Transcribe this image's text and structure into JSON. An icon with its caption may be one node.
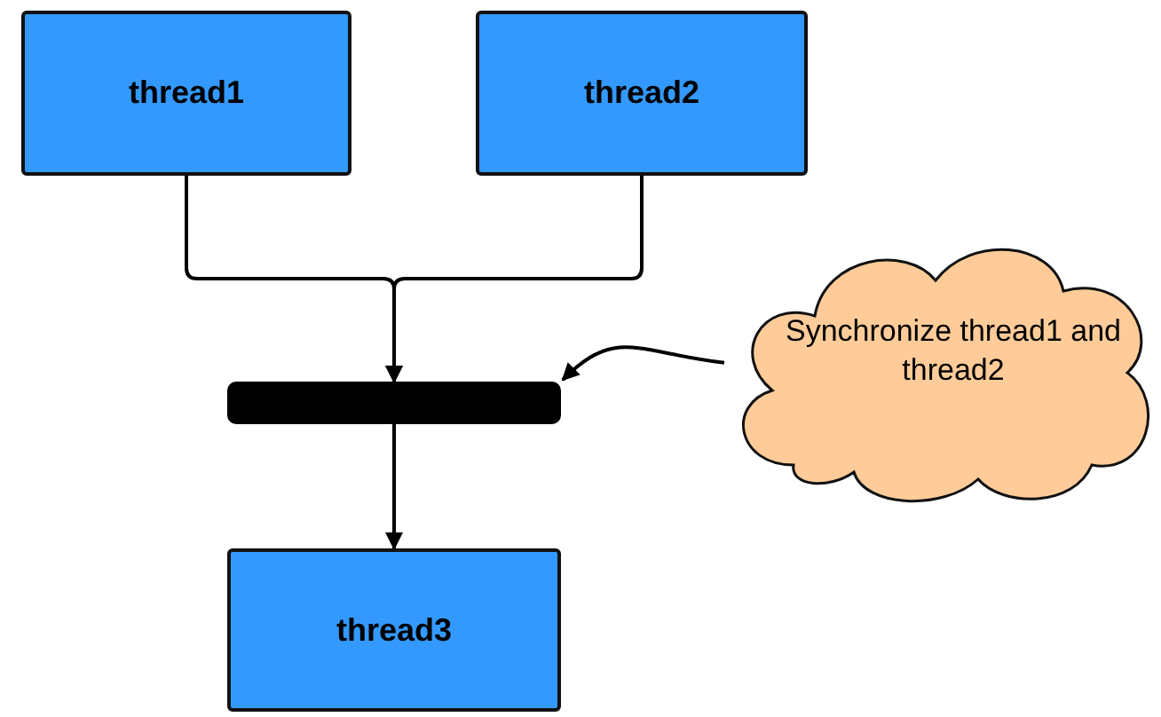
{
  "diagram": {
    "nodes": [
      {
        "text": [
          "thread1"
        ]
      },
      {
        "text": [
          "thread2"
        ]
      },
      {
        "text": [],
        "shape": "bar"
      },
      {
        "text": [
          "thread3"
        ]
      },
      {
        "text": [
          "Synchronize thread1 and thread2"
        ]
      }
    ],
    "edges": [
      {
        "from": 0,
        "to": 2,
        "arrow": "to"
      },
      {
        "from": 1,
        "to": 2,
        "arrow": "to"
      },
      {
        "from": 2,
        "to": 3,
        "arrow": "to"
      },
      {
        "from": 4,
        "to": 2,
        "arrow": "to"
      }
    ]
  }
}
